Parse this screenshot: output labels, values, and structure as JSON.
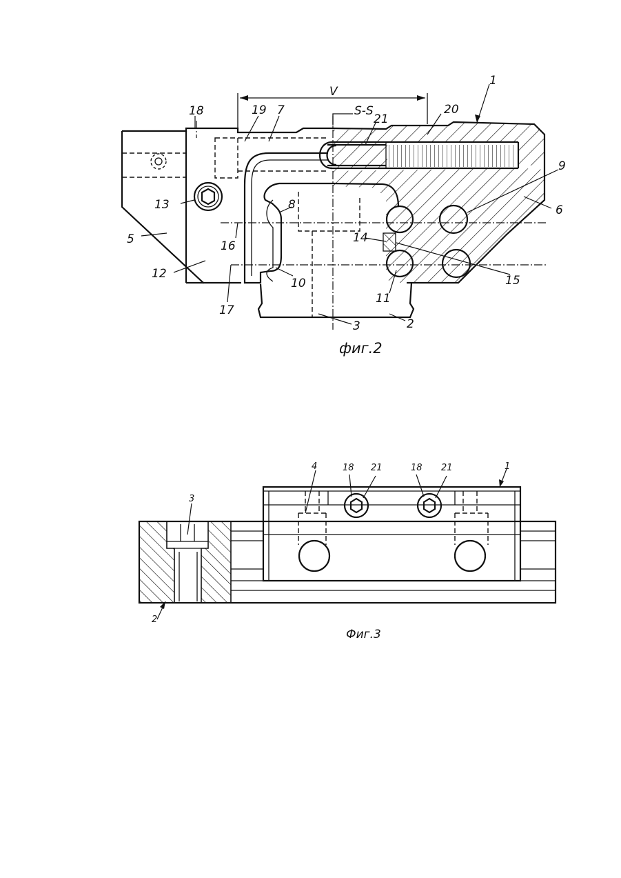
{
  "figures": [
    {
      "id": "fig2",
      "caption": "фиг.2",
      "section_mark": "S-S",
      "dimension_label": "V",
      "labels": [
        "1",
        "2",
        "3",
        "5",
        "6",
        "7",
        "8",
        "9",
        "10",
        "11",
        "12",
        "13",
        "14",
        "15",
        "16",
        "17",
        "18",
        "19",
        "20",
        "21"
      ]
    },
    {
      "id": "fig3",
      "caption": "Фиг.3",
      "labels": [
        "1",
        "2",
        "3",
        "4",
        "18",
        "21",
        "18",
        "21"
      ]
    }
  ]
}
